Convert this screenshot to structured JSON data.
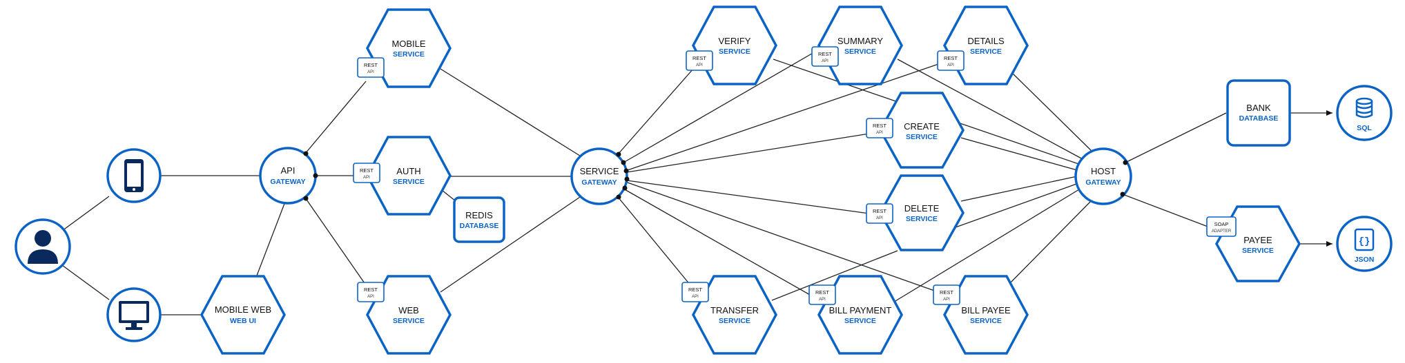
{
  "colors": {
    "accent": "#0b63c6",
    "line": "#222222",
    "icon": "#0a2a5e"
  },
  "icons": {
    "user": "user-icon",
    "mobile": "mobile-phone-icon",
    "desktop": "desktop-monitor-icon",
    "sql": "database-icon",
    "json": "json-braces-icon"
  },
  "nodes": {
    "api_gateway": {
      "title": "API",
      "sub": "GATEWAY"
    },
    "mobile_web": {
      "title": "MOBILE WEB",
      "sub": "WEB UI"
    },
    "mobile_service": {
      "title": "MOBILE",
      "sub": "SERVICE",
      "tag1": "REST",
      "tag2": "API"
    },
    "auth_service": {
      "title": "AUTH",
      "sub": "SERVICE",
      "tag1": "REST",
      "tag2": "API"
    },
    "web_service": {
      "title": "WEB",
      "sub": "SERVICE",
      "tag1": "REST",
      "tag2": "API"
    },
    "redis": {
      "title": "REDIS",
      "sub": "DATABASE"
    },
    "service_gateway": {
      "title": "SERVICE",
      "sub": "GATEWAY"
    },
    "verify": {
      "title": "VERIFY",
      "sub": "SERVICE",
      "tag1": "REST",
      "tag2": "API"
    },
    "summary": {
      "title": "SUMMARY",
      "sub": "SERVICE",
      "tag1": "REST",
      "tag2": "API"
    },
    "details": {
      "title": "DETAILS",
      "sub": "SERVICE",
      "tag1": "REST",
      "tag2": "API"
    },
    "create": {
      "title": "CREATE",
      "sub": "SERVICE",
      "tag1": "REST",
      "tag2": "API"
    },
    "delete": {
      "title": "DELETE",
      "sub": "SERVICE",
      "tag1": "REST",
      "tag2": "API"
    },
    "transfer": {
      "title": "TRANSFER",
      "sub": "SERVICE",
      "tag1": "REST",
      "tag2": "API"
    },
    "bill_payment": {
      "title": "BILL PAYMENT",
      "sub": "SERVICE",
      "tag1": "REST",
      "tag2": "API"
    },
    "bill_payee": {
      "title": "BILL PAYEE",
      "sub": "SERVICE",
      "tag1": "REST",
      "tag2": "API"
    },
    "host_gateway": {
      "title": "HOST",
      "sub": "GATEWAY"
    },
    "bank_db": {
      "title": "BANK",
      "sub": "DATABASE"
    },
    "payee_service": {
      "title": "PAYEE",
      "sub": "SERVICE",
      "tag1": "SOAP",
      "tag2": "ADAPTER"
    },
    "sql": {
      "label": "SQL"
    },
    "json": {
      "label": "JSON"
    }
  }
}
